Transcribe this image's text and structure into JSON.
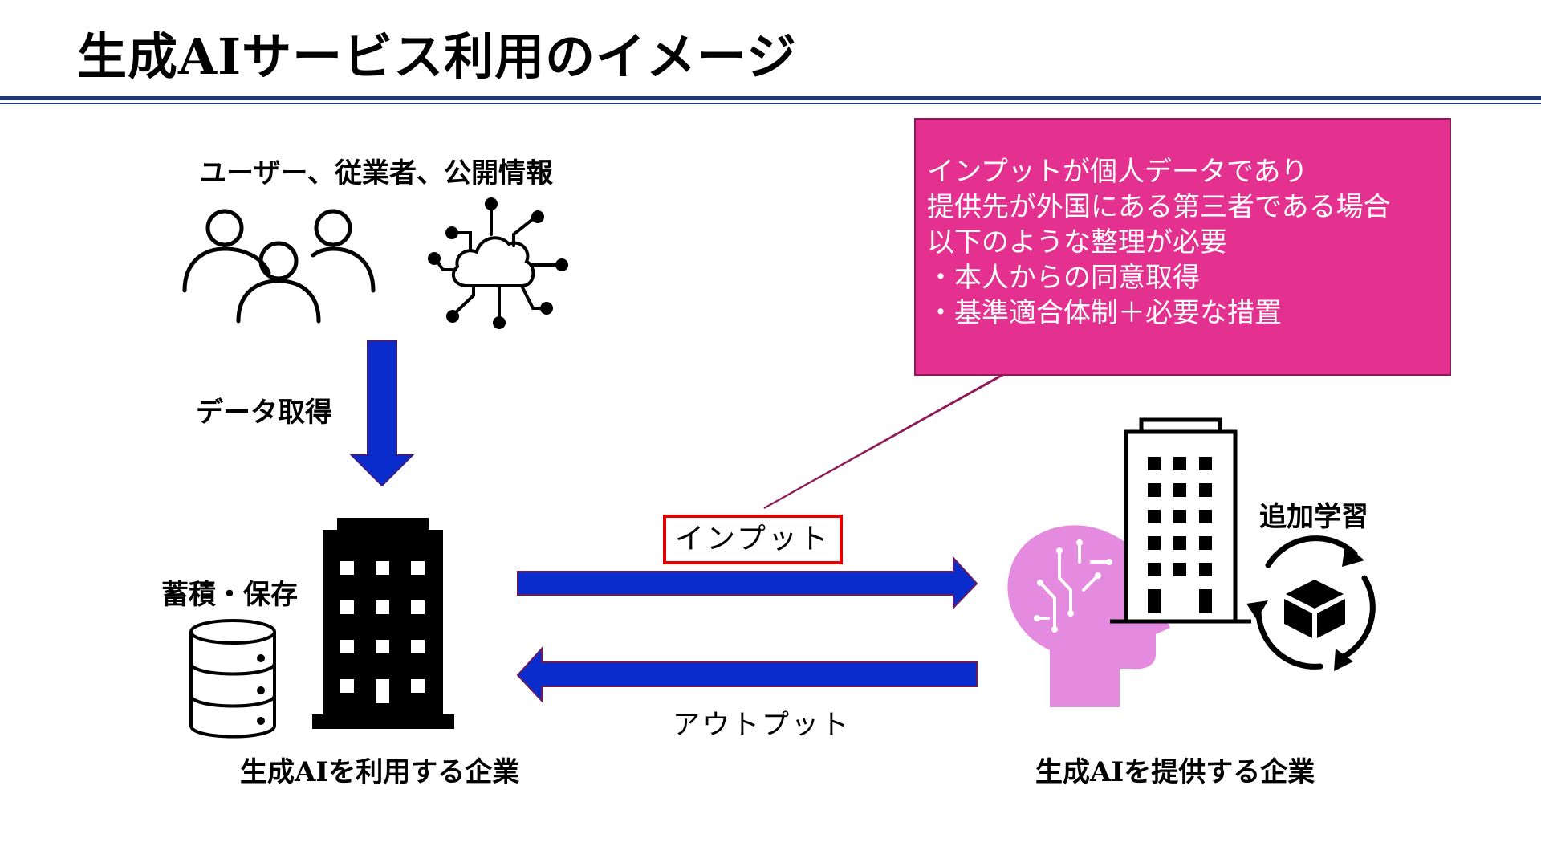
{
  "title": "生成AIサービス利用のイメージ",
  "sources_label": "ユーザー、従業者、公開情報",
  "acquire_label": "データ取得",
  "store_label": "蓄積・保存",
  "user_company_label": "生成AIを利用する企業",
  "provider_company_label": "生成AIを提供する企業",
  "training_label": "追加学習",
  "input_label": "インプット",
  "output_label": "アウトプット",
  "callout": {
    "lines": [
      "インプットが個人データであり",
      "提供先が外国にある第三者である場合",
      "以下のような整理が必要",
      "・本人からの同意取得",
      "・基準適合体制＋必要な措置"
    ]
  },
  "colors": {
    "title_rule": "#1f3b73",
    "arrow_blue": "#0a2ccc",
    "arrow_outline": "#6a1b5e",
    "callout_fill": "#e4318f",
    "callout_border": "#8e1a57",
    "input_box_border": "#e00000",
    "ai_head": "#e48bdf"
  },
  "icons": [
    "people-icon",
    "cloud-network-icon",
    "database-icon",
    "office-building-icon",
    "ai-head-icon",
    "provider-building-icon",
    "cycle-box-icon"
  ]
}
